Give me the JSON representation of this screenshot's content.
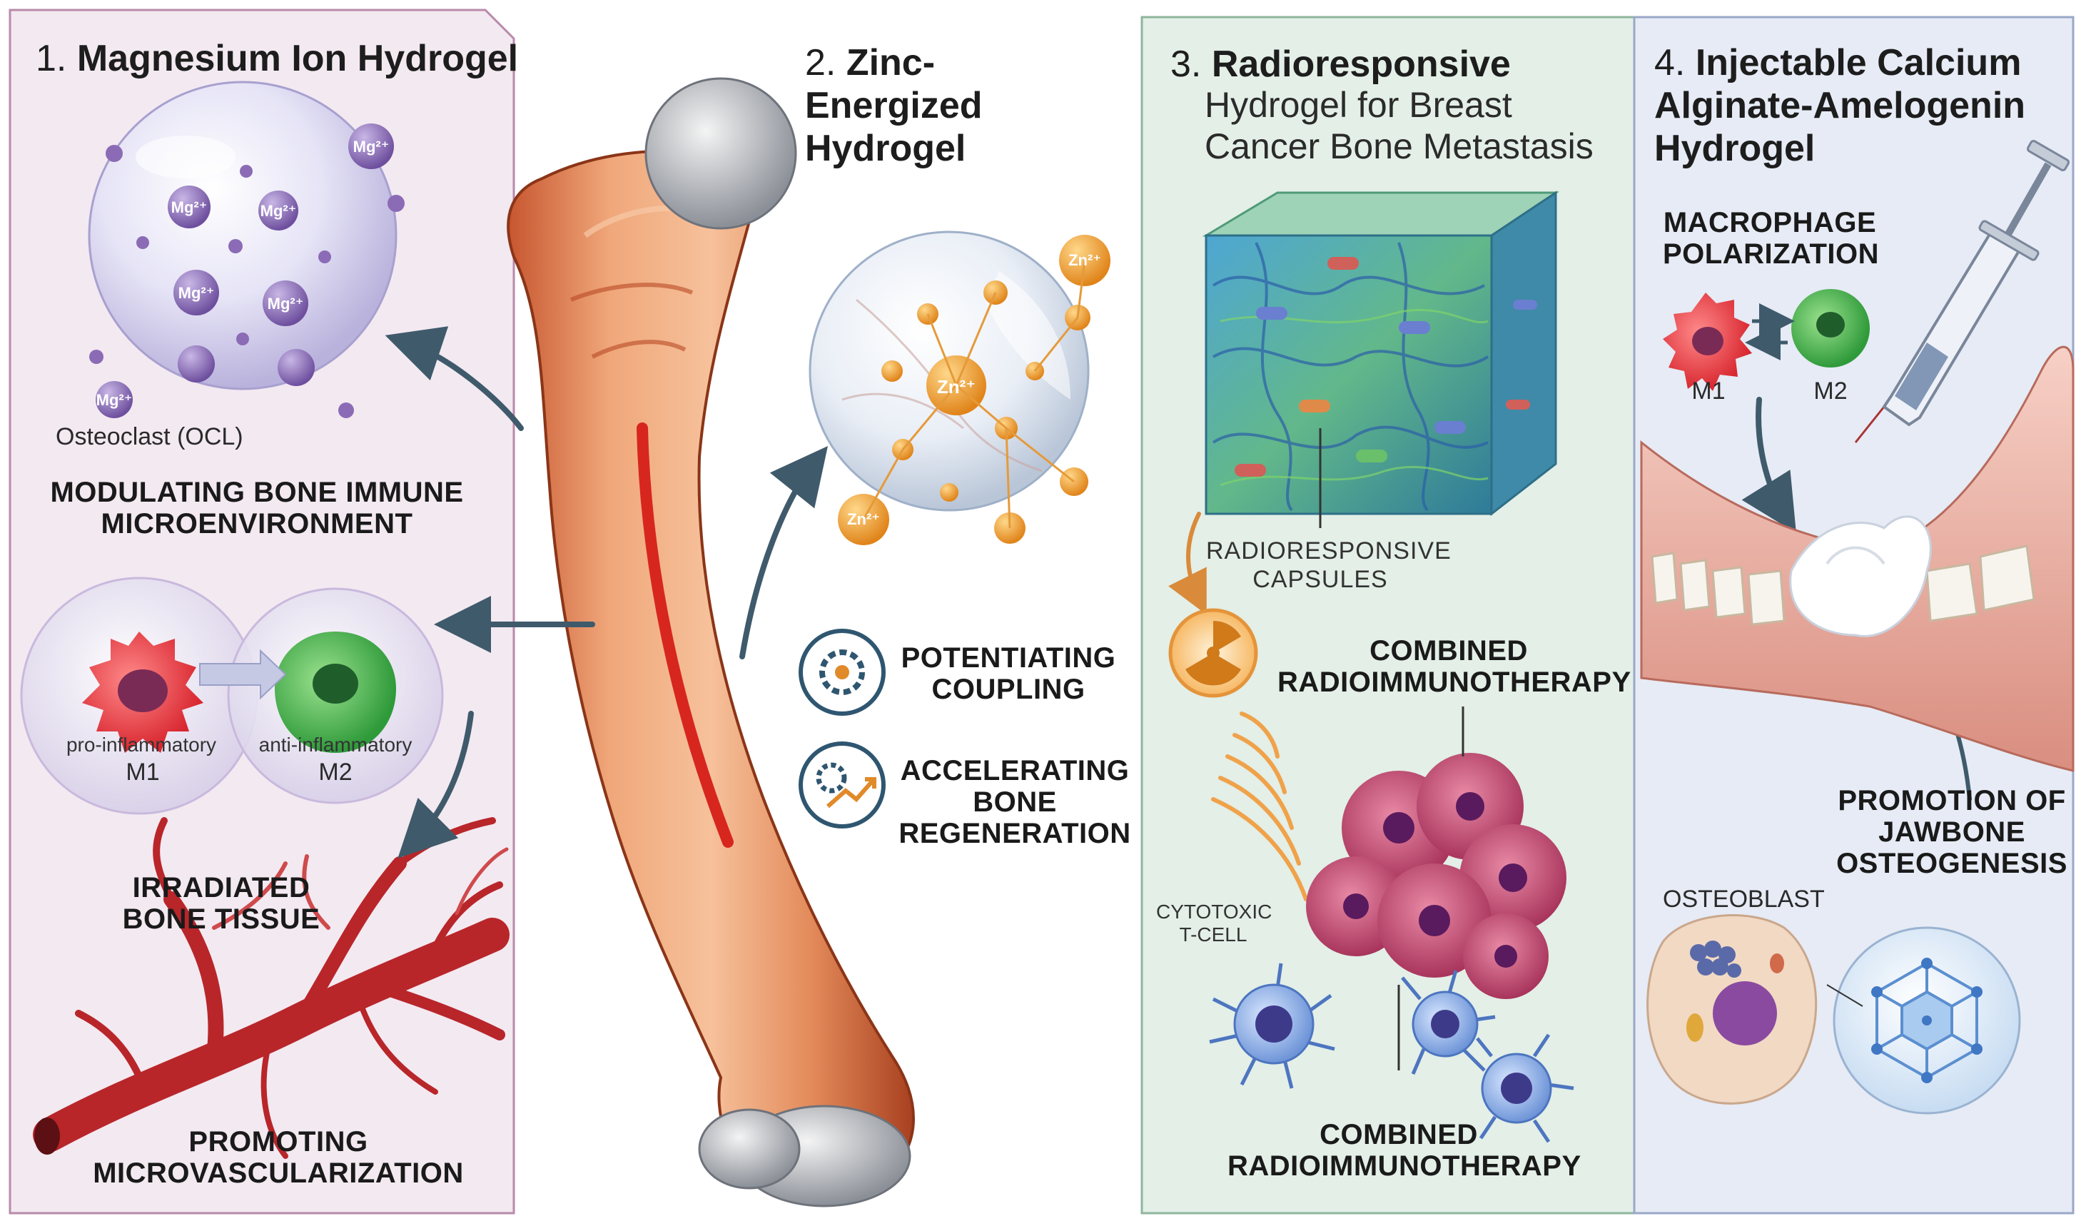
{
  "panels": {
    "p1": {
      "number": "1.",
      "title": "Magnesium Ion Hydrogel",
      "osteoclast_label": "Osteoclast (OCL)",
      "caption_immune": "MODULATING BONE IMMUNE MICROENVIRONMENT",
      "m1_sub": "pro-inflammatory",
      "m1": "M1",
      "m2_sub": "anti-inflammatory",
      "m2": "M2",
      "caption_irradiated": "IRRADIATED BONE TISSUE",
      "caption_micro": "PROMOTING MICROVASCULARIZATION",
      "ion_label": "Mg²⁺"
    },
    "p2": {
      "number": "2.",
      "title": "Zinc-Energized Hydrogel",
      "ion_label": "Zn²⁺",
      "item1": "POTENTIATING COUPLING",
      "item2": "ACCELERATING BONE REGENERATION"
    },
    "p3": {
      "number": "3.",
      "title": "Radioresponsive",
      "subtitle": "Hydrogel for Breast Cancer Bone Metastasis",
      "capsules": "RADIORESPONSIVE CAPSULES",
      "combined_top": "COMBINED RADIOIMMUNOTHERAPY",
      "tcell": "CYTOTOXIC T-CELL",
      "combined_bottom": "COMBINED RADIOIMMUNOTHERAPY"
    },
    "p4": {
      "number": "4.",
      "title": "Injectable Calcium Alginate-Amelogenin Hydrogel",
      "macrophage": "MACROPHAGE POLARIZATION",
      "m1": "M1",
      "m2": "M2",
      "promotion": "PROMOTION OF JAWBONE OSTEOGENESIS",
      "osteoblast": "OSTEOBLAST"
    }
  },
  "colors": {
    "panel1_bg": "#f3e9f1",
    "panel3_bg": "#e3efe7",
    "panel4_bg": "#e6ebf5",
    "arrow": "#3f5a6b",
    "zinc": "#f0a030",
    "magnesium": "#8b6bb5"
  }
}
